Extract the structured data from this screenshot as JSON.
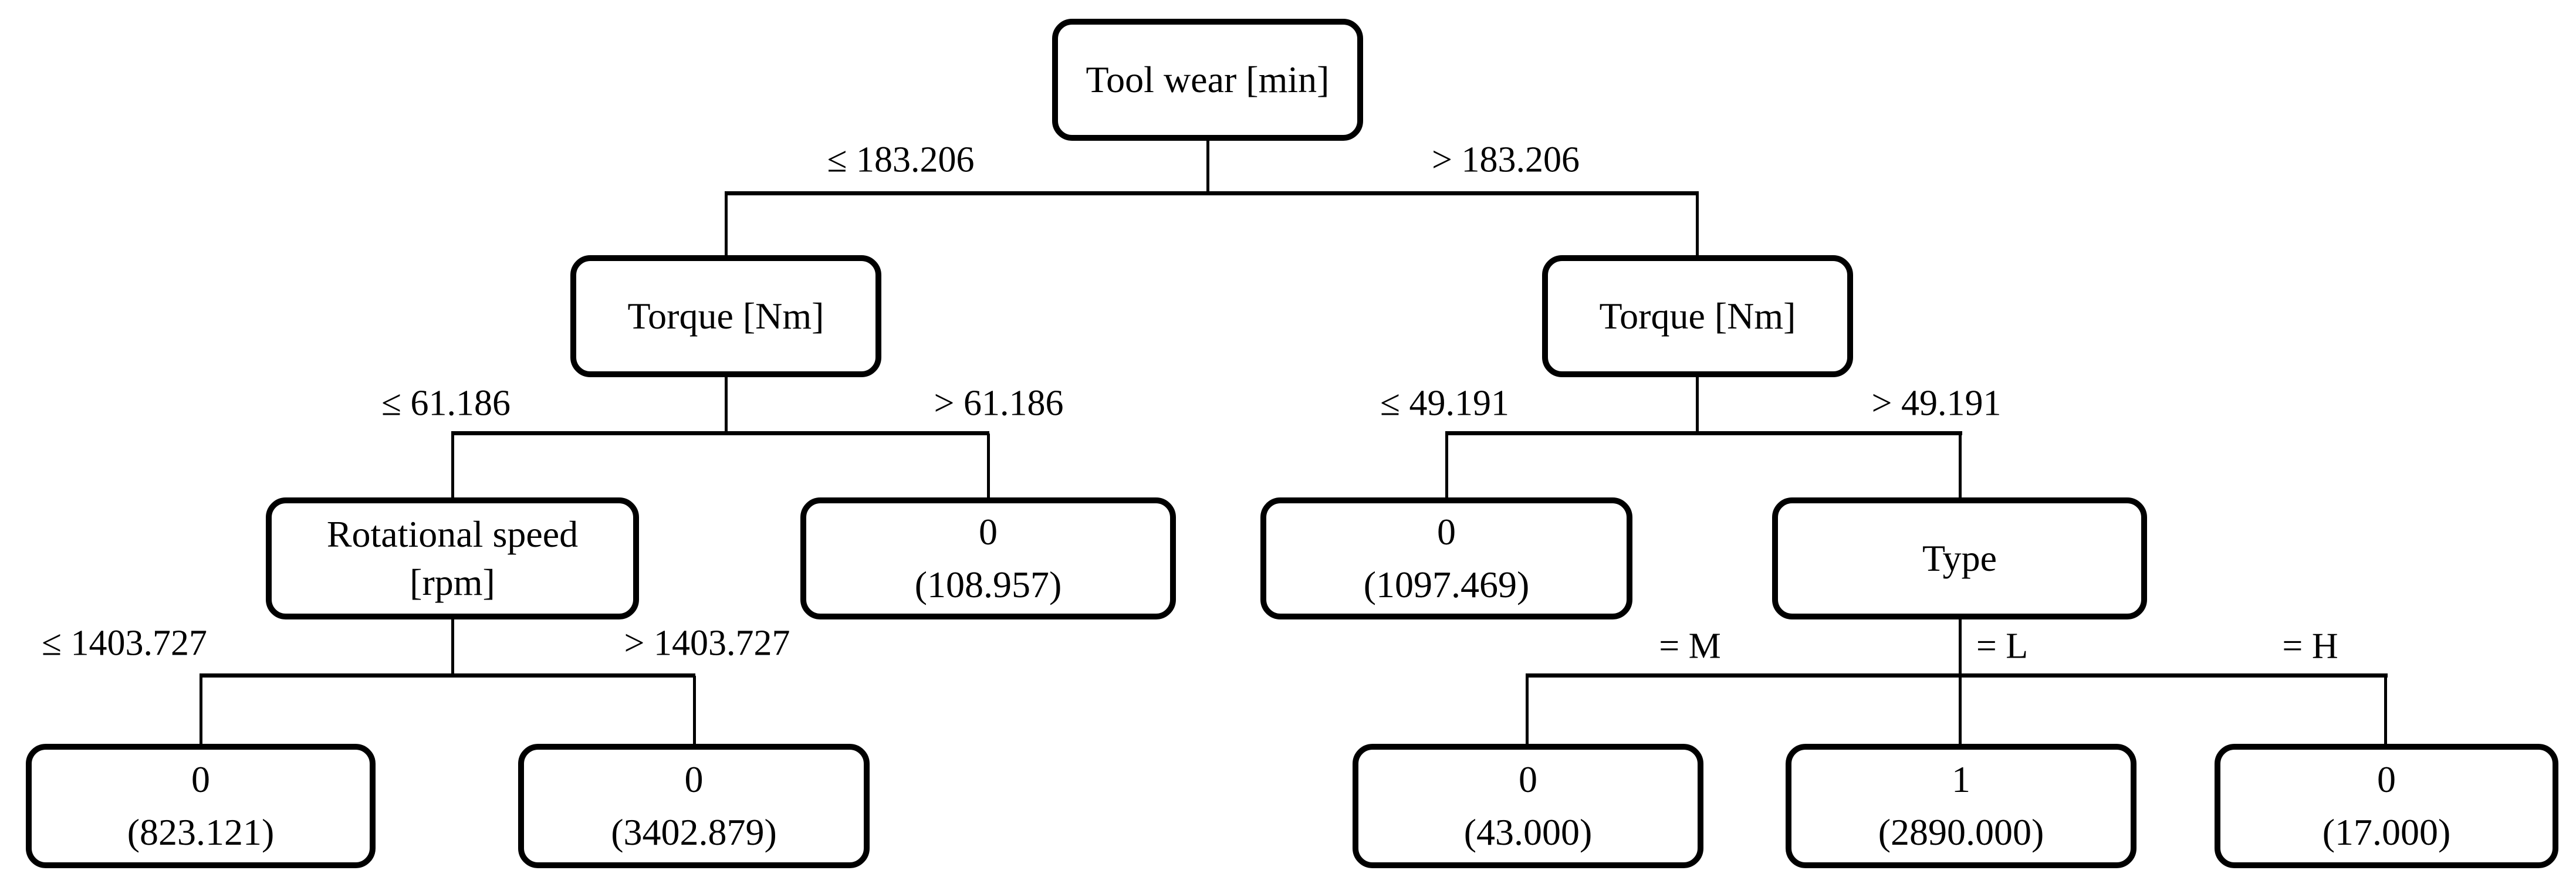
{
  "diagram_type": "decision-tree",
  "tree": {
    "nodes": {
      "root": {
        "label": "Tool wear [min]"
      },
      "torque_left": {
        "label": "Torque [Nm]"
      },
      "torque_right": {
        "label": "Torque [Nm]"
      },
      "rot_speed": {
        "label_line1": "Rotational speed",
        "label_line2": "[rpm]"
      },
      "type": {
        "label": "Type"
      },
      "leaf_torque_left_gt": {
        "class": "0",
        "samples": "(108.957)"
      },
      "leaf_torque_right_le": {
        "class": "0",
        "samples": "(1097.469)"
      },
      "leaf_rot_le": {
        "class": "0",
        "samples": "(823.121)"
      },
      "leaf_rot_gt": {
        "class": "0",
        "samples": "(3402.879)"
      },
      "leaf_type_m": {
        "class": "0",
        "samples": "(43.000)"
      },
      "leaf_type_l": {
        "class": "1",
        "samples": "(2890.000)"
      },
      "leaf_type_h": {
        "class": "0",
        "samples": "(17.000)"
      }
    },
    "edges": {
      "root_le": "≤ 183.206",
      "root_gt": "> 183.206",
      "torque_left_le": "≤ 61.186",
      "torque_left_gt": "> 61.186",
      "torque_right_le": "≤ 49.191",
      "torque_right_gt": "> 49.191",
      "rot_le": "≤ 1403.727",
      "rot_gt": "> 1403.727",
      "type_m": "= M",
      "type_l": "= L",
      "type_h": "= H"
    },
    "colors": {
      "background": "#ffffff",
      "line": "#000000",
      "node_border": "#000000",
      "text": "#000000"
    }
  }
}
